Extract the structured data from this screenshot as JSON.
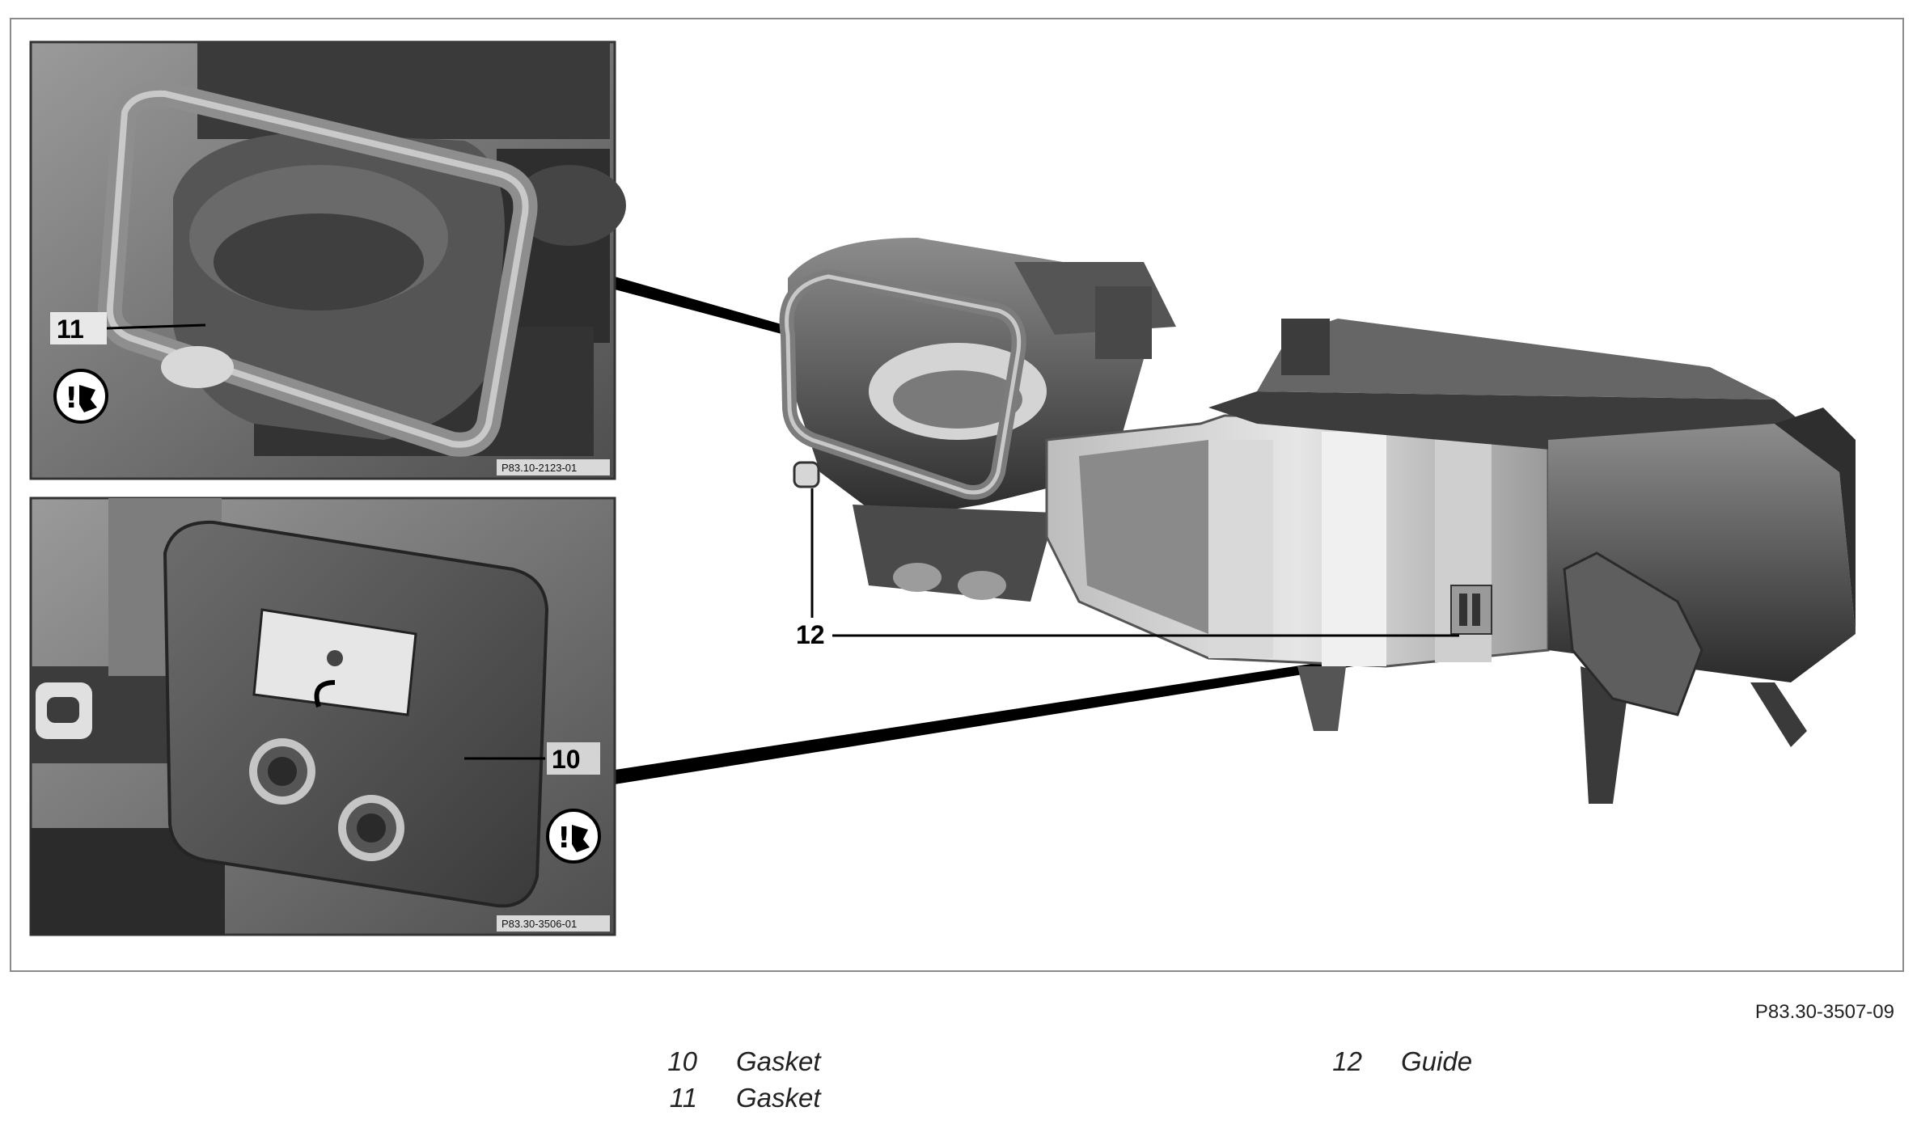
{
  "figure": {
    "reference_id": "P83.30-3507-09",
    "inset_top": {
      "callout": "11",
      "reference_id": "P83.10-2123-01"
    },
    "inset_bottom": {
      "callout": "10",
      "reference_id": "P83.30-3506-01"
    },
    "main_view": {
      "callout": "12"
    }
  },
  "legend": {
    "left_column": [
      {
        "number": "10",
        "label": "Gasket"
      },
      {
        "number": "11",
        "label": "Gasket"
      }
    ],
    "right_column": [
      {
        "number": "12",
        "label": "Guide"
      }
    ]
  },
  "icons": {
    "note_symbol": "attention-note-icon"
  }
}
